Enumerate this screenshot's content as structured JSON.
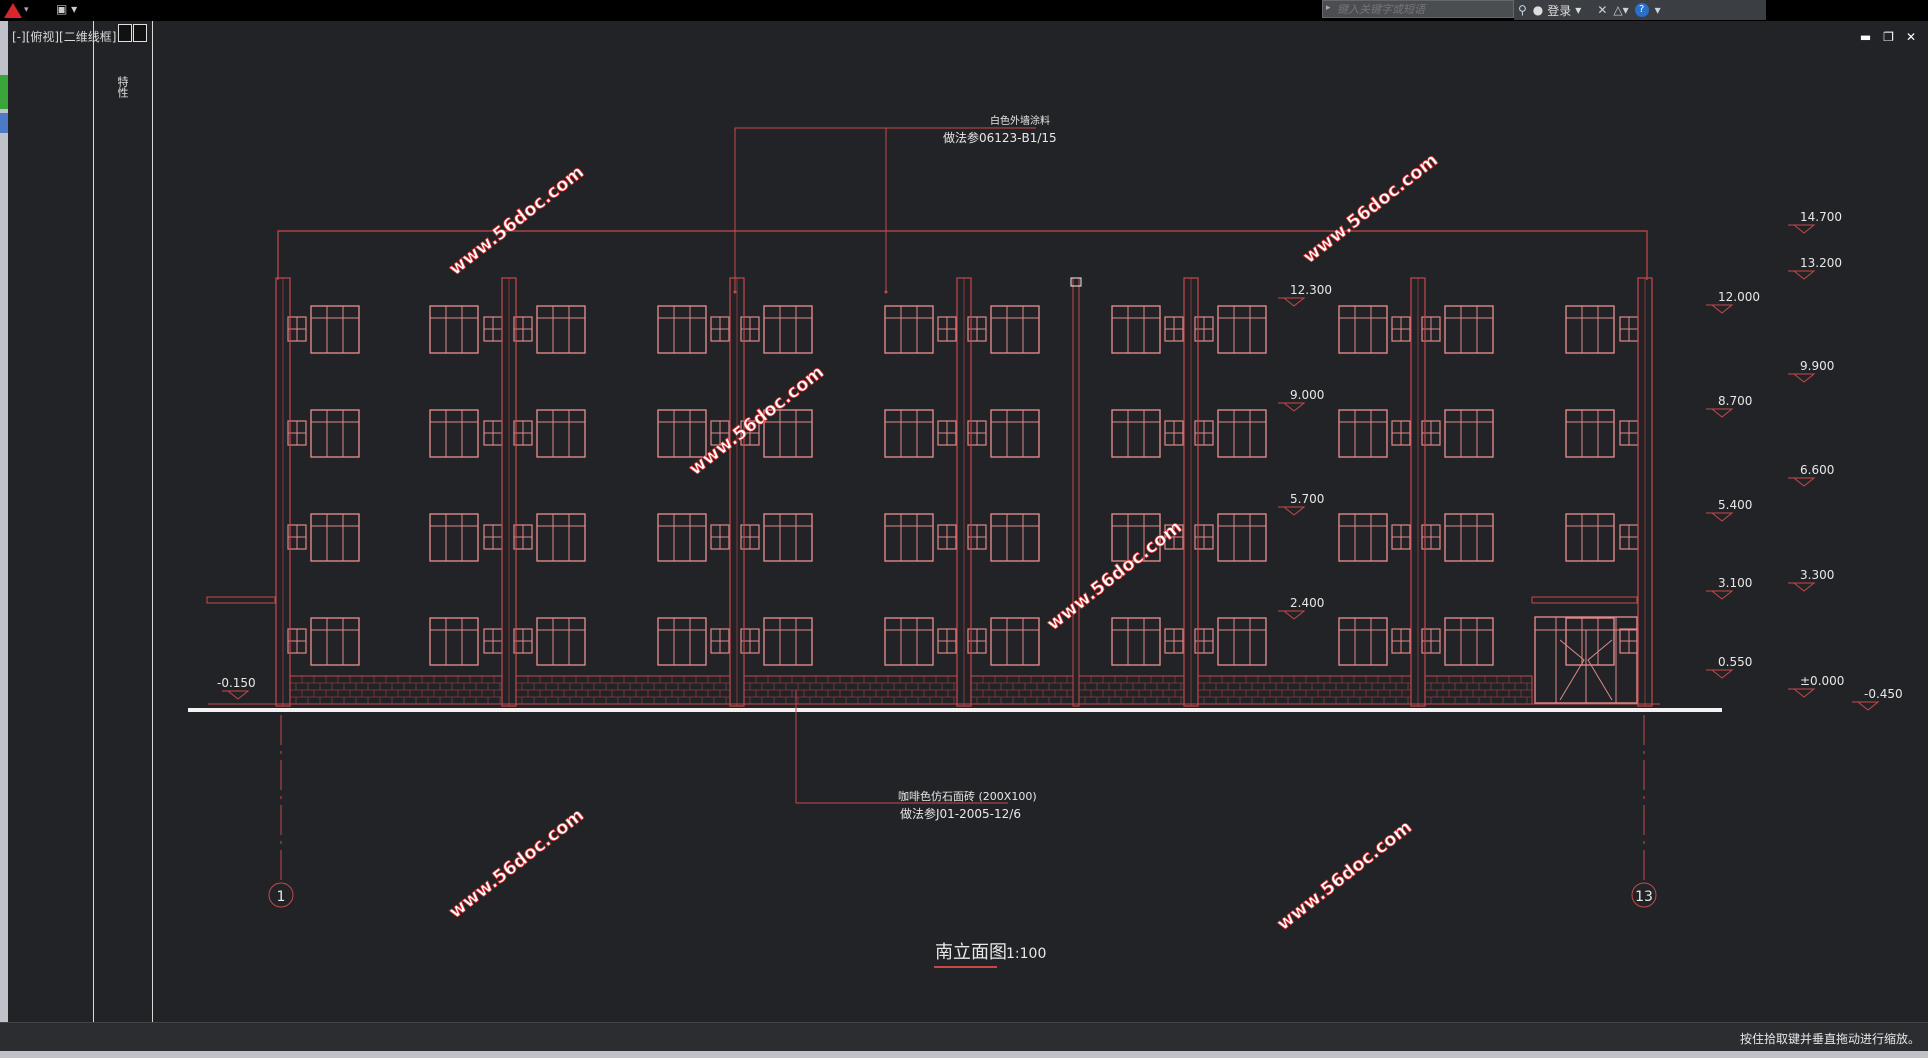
{
  "titlebar": {
    "viewport_label": "[-][俯视][二维线框]",
    "search_placeholder": "键入关键字或短语",
    "login_label": "登录",
    "help_label": "?"
  },
  "palette": {
    "tab_label": "特性"
  },
  "drawing": {
    "top_note_line1": "白色外墙涂料",
    "top_note_line2": "做法参06123-B1/15",
    "bottom_note_line1": "咖啡色仿石面砖 (200X100)",
    "bottom_note_line2": "做法参J01-2005-12/6",
    "left_ground_level": "-0.150",
    "title": "南立面图",
    "scale": "1:100",
    "axis_left": "1",
    "axis_right": "13",
    "inner_levels": [
      "12.300",
      "9.000",
      "5.700",
      "2.400"
    ],
    "right_levels_col1": [
      "12.000",
      "8.700",
      "5.400",
      "3.100",
      "0.550"
    ],
    "right_levels_col2": [
      "14.700",
      "13.200",
      "9.900",
      "6.600",
      "3.300",
      "±0.000"
    ],
    "right_levels_col3": [
      "-0.450"
    ],
    "watermark": "www.56doc.com"
  },
  "status": {
    "message": "按住拾取键并垂直拖动进行缩放。"
  },
  "colors": {
    "line": "#c8484a",
    "window": "#e0898a",
    "text": "#e8e8e8",
    "background": "#212326"
  }
}
